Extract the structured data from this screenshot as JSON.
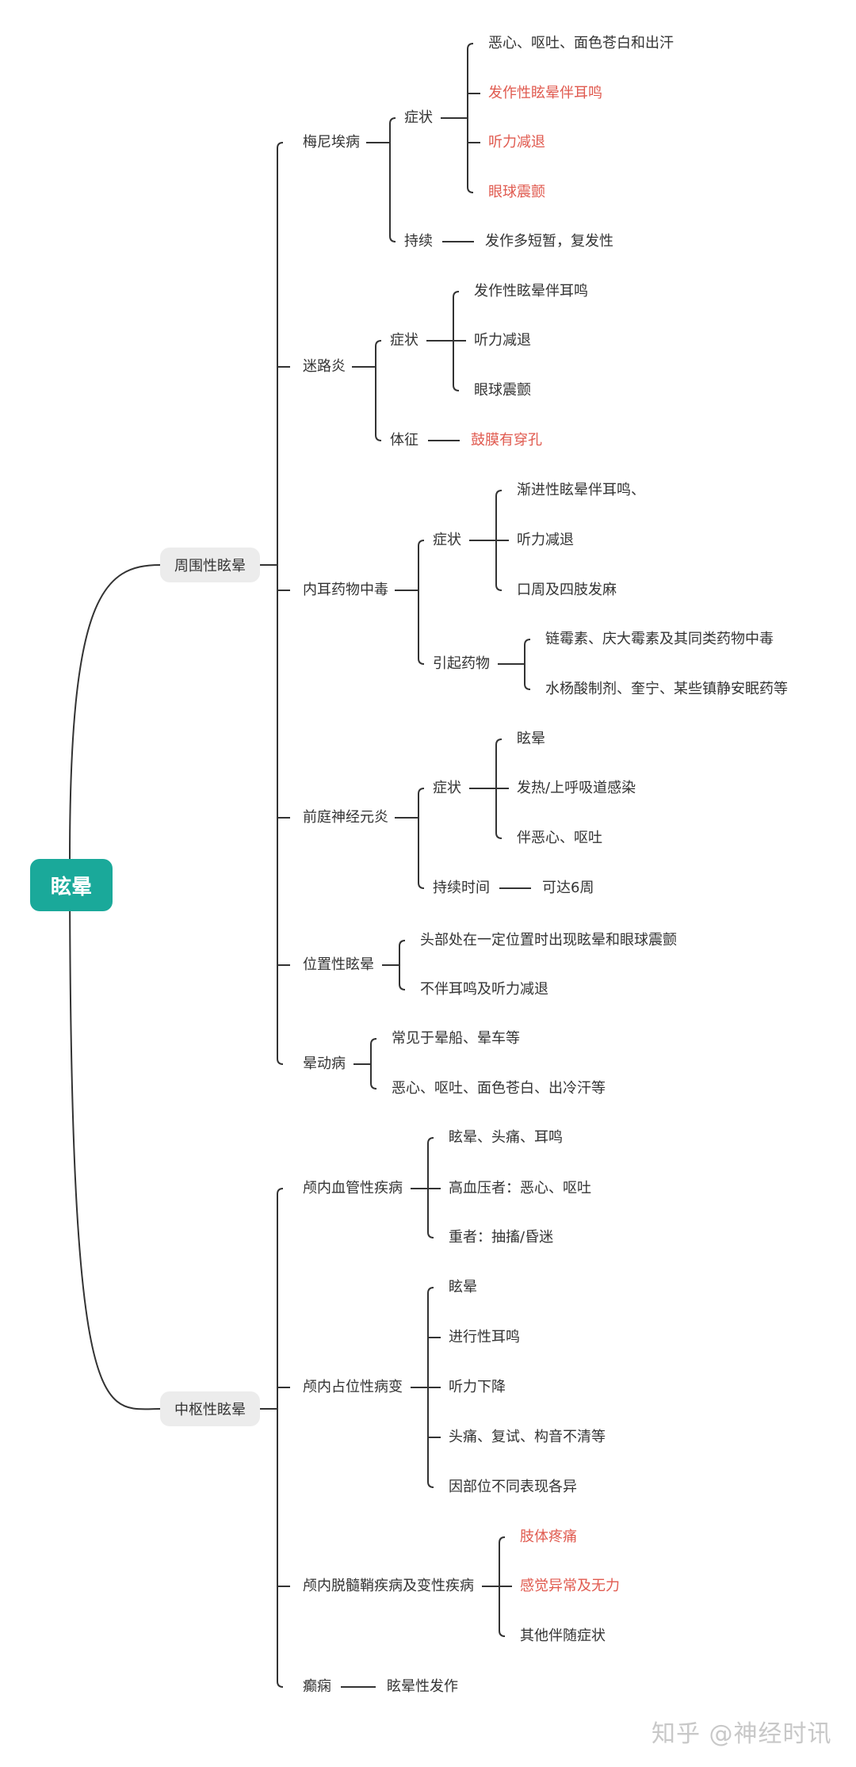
{
  "colors": {
    "root": "#1aa99a",
    "highlight": "#e05a4f",
    "line": "#333333",
    "text": "#333333",
    "pill": "#ececec"
  },
  "root": "眩晕",
  "branches": [
    {
      "label": "周围性眩晕",
      "children": [
        {
          "label": "梅尼埃病",
          "children": [
            {
              "label": "症状",
              "children": [
                {
                  "label": "恶心、呕吐、面色苍白和出汗"
                },
                {
                  "label": "发作性眩晕伴耳鸣",
                  "highlight": true
                },
                {
                  "label": "听力减退",
                  "highlight": true
                },
                {
                  "label": "眼球震颤",
                  "highlight": true
                }
              ]
            },
            {
              "label": "持续",
              "children": [
                {
                  "label": "发作多短暂，复发性"
                }
              ]
            }
          ]
        },
        {
          "label": "迷路炎",
          "children": [
            {
              "label": "症状",
              "children": [
                {
                  "label": "发作性眩晕伴耳鸣"
                },
                {
                  "label": "听力减退"
                },
                {
                  "label": "眼球震颤"
                }
              ]
            },
            {
              "label": "体征",
              "children": [
                {
                  "label": "鼓膜有穿孔",
                  "highlight": true
                }
              ]
            }
          ]
        },
        {
          "label": "内耳药物中毒",
          "children": [
            {
              "label": "症状",
              "children": [
                {
                  "label": "渐进性眩晕伴耳鸣、"
                },
                {
                  "label": "听力减退"
                },
                {
                  "label": "口周及四肢发麻"
                }
              ]
            },
            {
              "label": "引起药物",
              "children": [
                {
                  "label": "链霉素、庆大霉素及其同类药物中毒"
                },
                {
                  "label": "水杨酸制剂、奎宁、某些镇静安眠药等"
                }
              ]
            }
          ]
        },
        {
          "label": "前庭神经元炎",
          "children": [
            {
              "label": "症状",
              "children": [
                {
                  "label": "眩晕"
                },
                {
                  "label": "发热/上呼吸道感染"
                },
                {
                  "label": "伴恶心、呕吐"
                }
              ]
            },
            {
              "label": "持续时间",
              "children": [
                {
                  "label": "可达6周"
                }
              ]
            }
          ]
        },
        {
          "label": "位置性眩晕",
          "children": [
            {
              "label": "头部处在一定位置时出现眩晕和眼球震颤"
            },
            {
              "label": "不伴耳鸣及听力减退"
            }
          ]
        },
        {
          "label": "晕动病",
          "children": [
            {
              "label": "常见于晕船、晕车等"
            },
            {
              "label": "恶心、呕吐、面色苍白、出冷汗等"
            }
          ]
        }
      ]
    },
    {
      "label": "中枢性眩晕",
      "children": [
        {
          "label": "颅内血管性疾病",
          "children": [
            {
              "label": "眩晕、头痛、耳鸣"
            },
            {
              "label": "高血压者：恶心、呕吐"
            },
            {
              "label": "重者：抽搐/昏迷"
            }
          ]
        },
        {
          "label": "颅内占位性病变",
          "children": [
            {
              "label": "眩晕"
            },
            {
              "label": "进行性耳鸣"
            },
            {
              "label": "听力下降"
            },
            {
              "label": "头痛、复试、构音不清等"
            },
            {
              "label": "因部位不同表现各异"
            }
          ]
        },
        {
          "label": "颅内脱髓鞘疾病及变性疾病",
          "children": [
            {
              "label": "肢体疼痛",
              "highlight": true
            },
            {
              "label": "感觉异常及无力",
              "highlight": true
            },
            {
              "label": "其他伴随症状"
            }
          ]
        },
        {
          "label": "癫痫",
          "children": [
            {
              "label": "眩晕性发作"
            }
          ]
        }
      ]
    }
  ],
  "watermark": "知乎 @神经时讯"
}
